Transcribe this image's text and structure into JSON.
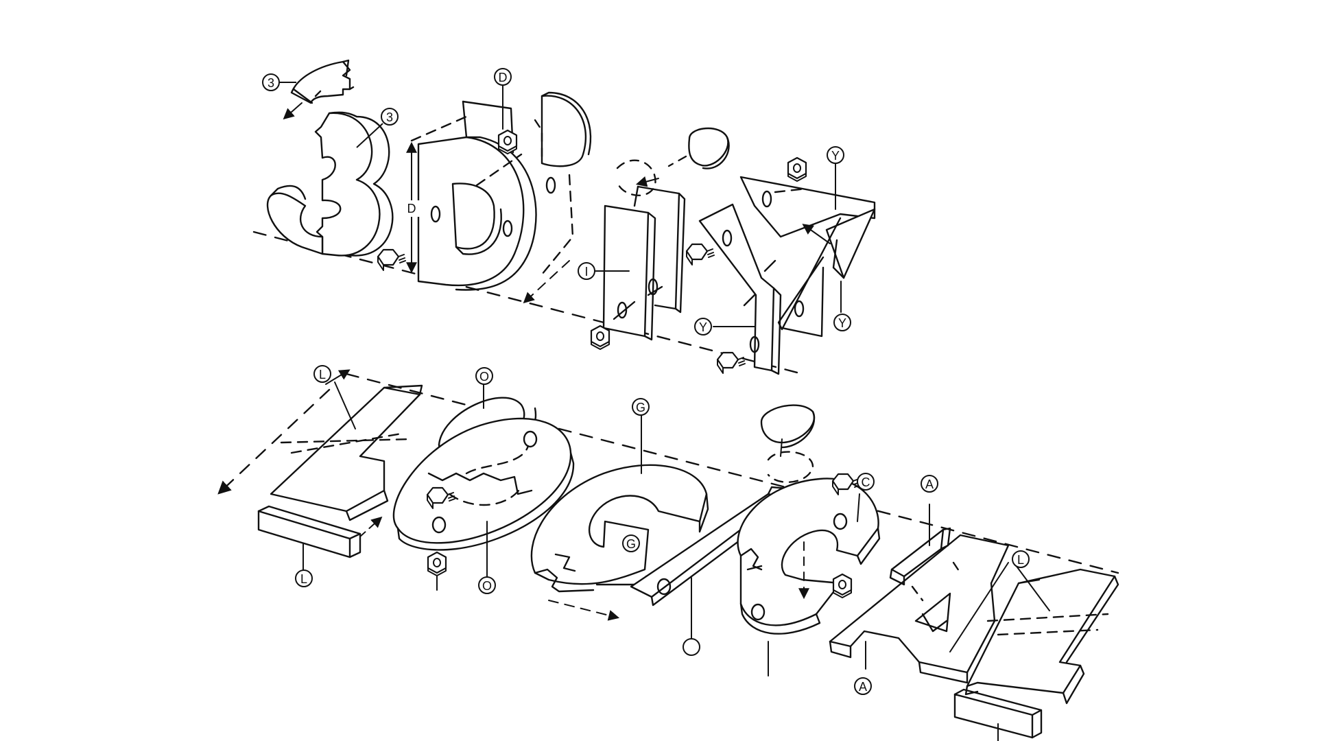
{
  "diagram": {
    "words": [
      "3DIY",
      "LOGICAL"
    ],
    "callouts": {
      "three_a": "3",
      "three_b": "3",
      "d_top": "D",
      "d_dimension": "D",
      "i_side": "I",
      "y_top": "Y",
      "y_left": "Y",
      "y_right": "Y",
      "l_top": "L",
      "l_bottom": "L",
      "o_top": "O",
      "o_bottom": "O",
      "g_top": "G",
      "g_inner": "G",
      "i_dot": "",
      "c_top": "C",
      "a_top": "A",
      "a_bottom": "A",
      "l2_top": "L"
    },
    "colors": {
      "ink": "#111111",
      "paper": "#ffffff"
    }
  }
}
